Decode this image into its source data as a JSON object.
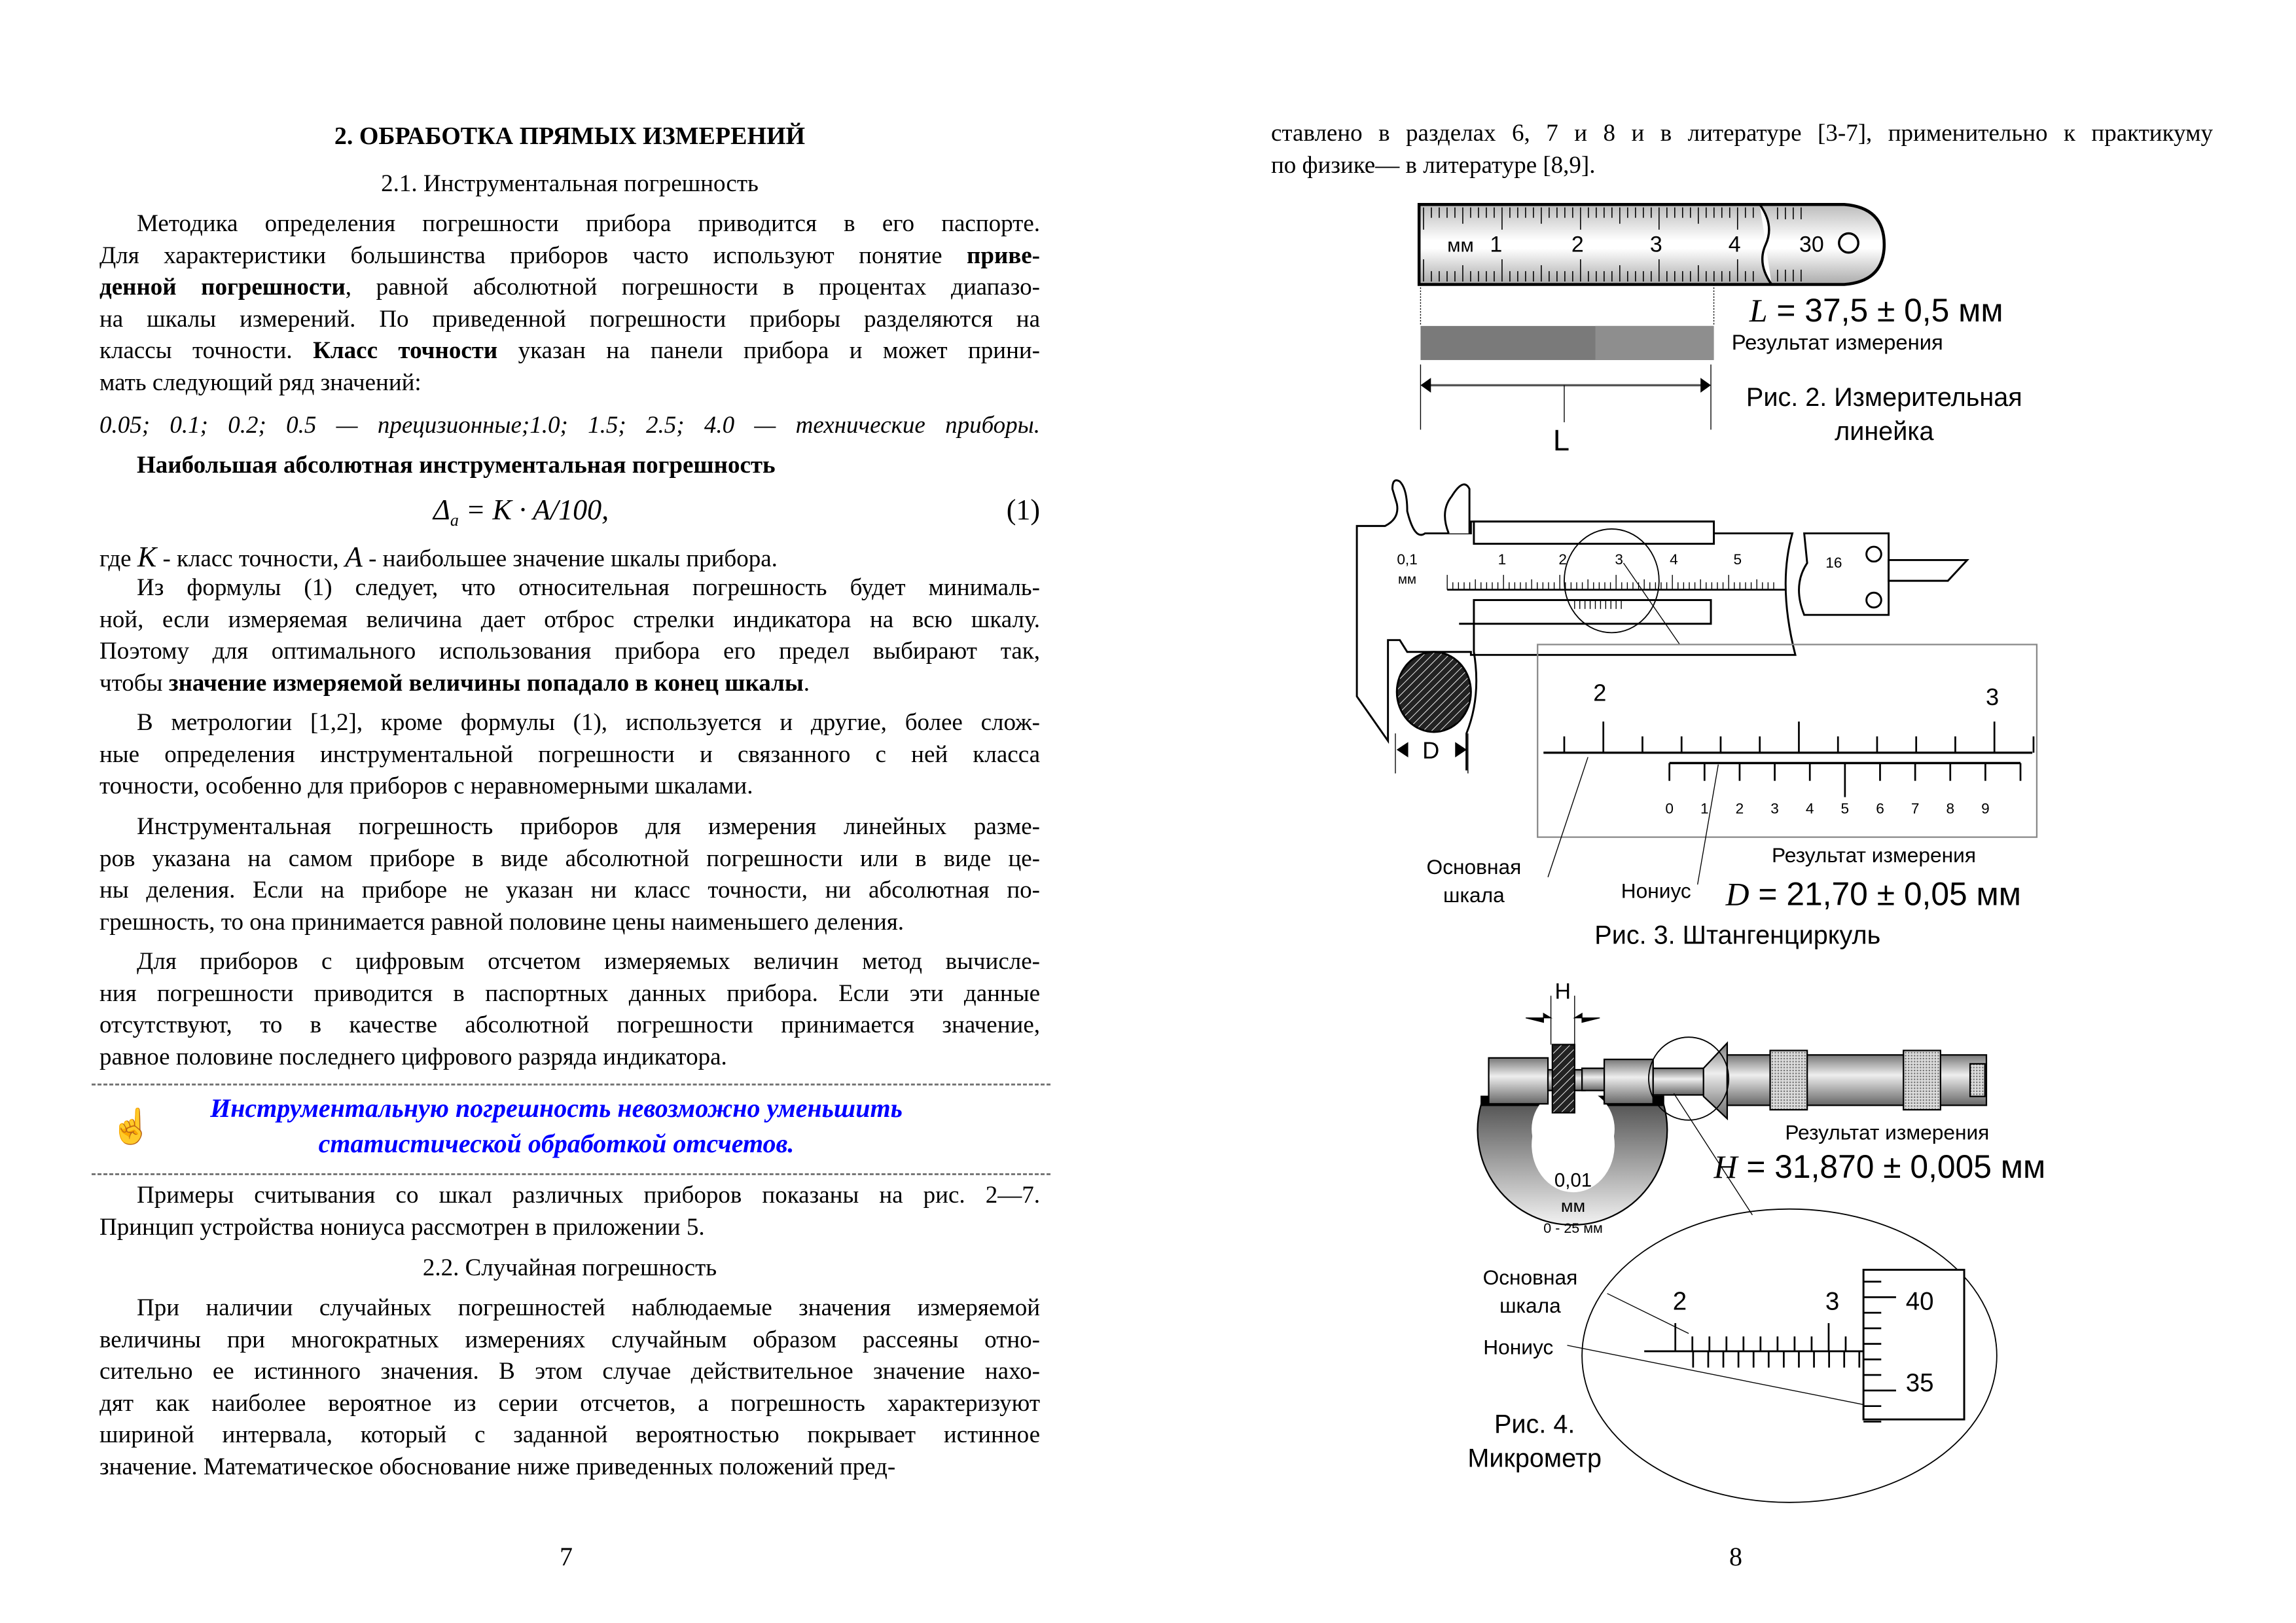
{
  "left_page": {
    "title": "2.   ОБРАБОТКА ПРЯМЫХ ИЗМЕРЕНИЙ",
    "subsection_1": "2.1. Инструментальная погрешность",
    "p1": [
      "Методика определения погрешности прибора приводится в его паспорте.",
      {
        "pre": "Для характеристики большинства приборов часто используют понятие ",
        "bold": "приве-",
        "post": ""
      },
      {
        "pre": "",
        "bold": "денной погрешности",
        "post": ", равной абсолютной погрешности в процентах диапазо-"
      },
      "на шкалы измерений. По приведенной погрешности приборы разделяются на",
      {
        "pre": "классы точности. ",
        "bold": "Класс точности",
        "post": " указан на панели прибора и может прини-"
      },
      "мать следующий  ряд значений:"
    ],
    "classes_line": "0.05; 0.1; 0.2; 0.5 — прецизионные;1.0; 1.5; 2.5; 4.0 — технические приборы.",
    "bold_heading": "Наибольшая абсолютная инструментальная погрешность",
    "formula": {
      "delta": "Δ",
      "sub": "a",
      "rhs": " = K · A/100,",
      "number": "(1)"
    },
    "where_line": {
      "w1": "где ",
      "k": "K",
      "w2": " - класс точности,  ",
      "a": "A",
      "w3": " - наибольшее значение шкалы прибора."
    },
    "p2": [
      "Из формулы (1) следует, что относительная погрешность будет минималь-",
      "ной, если измеряемая величина дает отброс стрелки индикатора на всю шкалу.",
      "Поэтому для оптимального использования прибора его предел выбирают так,",
      {
        "pre": "чтобы ",
        "bold": "значение измеряемой величины попадало в конец шкалы",
        "post": "."
      }
    ],
    "p3": [
      "В метрологии [1,2], кроме формулы (1), используется и другие, более слож-",
      "ные определения инструментальной погрешности и связанного с ней класса",
      "точности, особенно для приборов с неравномерными шкалами."
    ],
    "p4": [
      "Инструментальная погрешность приборов для измерения линейных разме-",
      "ров указана на самом приборе в виде абсолютной погрешности или в виде це-",
      "ны деления. Если на приборе не указан ни класс точности, ни абсолютная по-",
      "грешность, то она принимается равной половине цены наименьшего деления."
    ],
    "p5": [
      "Для приборов с цифровым отсчетом измеряемых величин метод вычисле-",
      "ния погрешности приводится в паспортных данных прибора. Если эти данные",
      "отсутствуют, то в качестве абсолютной погрешности принимается  значение,",
      "равное половине последнего цифрового разряда индикатора."
    ],
    "note": [
      "Инструментальную погрешность невозможно уменьшить",
      "статистической обработкой отсчетов."
    ],
    "p6": [
      "Примеры считывания со шкал различных приборов показаны на рис. 2—7.",
      "Принцип устройства нониуса рассмотрен в приложении 5."
    ],
    "subsection_2": "2.2. Случайная погрешность",
    "p7": [
      "При наличии случайных погрешностей наблюдаемые значения измеряемой",
      "величины при многократных измерениях случайным образом рассеяны отно-",
      "сительно ее истинного значения. В этом случае действительное значение нахо-",
      "дят как наиболее вероятное из серии отсчетов, а погрешность характеризуют",
      "шириной интервала, который с заданной вероятностью покрывает истинное",
      "значение. Математическое обоснование ниже приведенных положений пред-"
    ],
    "page_number": "7"
  },
  "right_page": {
    "text": [
      "ставлено  в разделах 6, 7 и 8 и в литературе [3-7], применительно к практикуму",
      "по физике— в литературе  [8,9]."
    ],
    "fig2": {
      "unit": "мм",
      "scale_labels": [
        "1",
        "2",
        "3",
        "4",
        "30"
      ],
      "L_label": "L",
      "result_var": "L",
      "result_value": " = 37,5 ± 0,5 мм",
      "result_label": "Результат измерения",
      "caption": [
        "Рис. 2. Измерительная",
        "линейка"
      ]
    },
    "fig3": {
      "precision": "0,1",
      "unit": "мм",
      "scale_labels": [
        "1",
        "2",
        "3",
        "4",
        "5",
        "16"
      ],
      "D_label": "D",
      "inset_main_labels": [
        "2",
        "3"
      ],
      "vernier_labels": [
        "0",
        "1",
        "2",
        "3",
        "4",
        "5",
        "6",
        "7",
        "8",
        "9"
      ],
      "main_scale_label": [
        "Основная",
        "шкала"
      ],
      "vernier_label": "Нониус",
      "result_label": "Результат измерения",
      "result_var": "D",
      "result_value": " = 21,70 ± 0,05 мм",
      "caption": "Рис. 3. Штангенциркуль"
    },
    "fig4": {
      "H_label": "H",
      "precision": "0,01",
      "unit": "мм",
      "range": "0 - 25 мм",
      "result_label": "Результат измерения",
      "result_var": "H",
      "result_value": " = 31,870 ± 0,005 мм",
      "main_scale_label": [
        "Основная",
        "шкала"
      ],
      "vernier_label": "Нониус",
      "inset_main_labels": [
        "2",
        "3"
      ],
      "thimble_labels": [
        "40",
        "35"
      ],
      "caption": [
        "Рис. 4.",
        "Микрометр"
      ]
    },
    "page_number": "8"
  },
  "colors": {
    "note_text": "#0000ff",
    "note_icon": "#ee0000"
  }
}
